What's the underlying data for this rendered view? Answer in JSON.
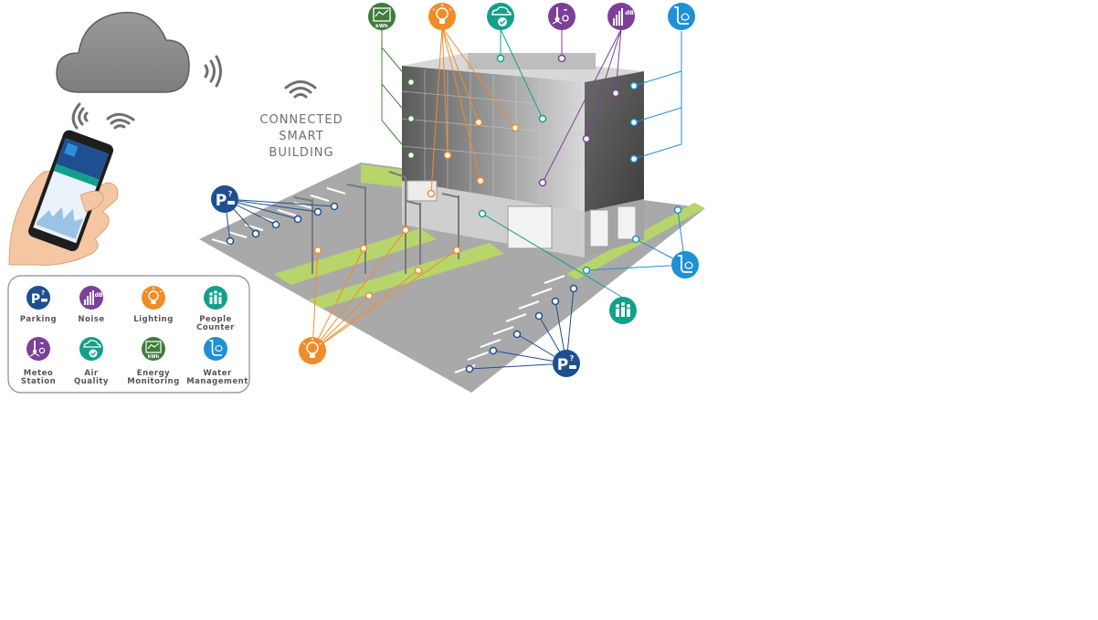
{
  "title": {
    "line1": "CONNECTED",
    "line2": "SMART",
    "line3": "BUILDING"
  },
  "legend": {
    "items": [
      {
        "id": "parking",
        "line1": "Parking",
        "line2": "",
        "color": "#1d4f91",
        "icon": "parking-icon"
      },
      {
        "id": "noise",
        "line1": "Noise",
        "line2": "",
        "color": "#7d3f98",
        "icon": "noise-icon"
      },
      {
        "id": "lighting",
        "line1": "Lighting",
        "line2": "",
        "color": "#f28c28",
        "icon": "lightbulb-icon"
      },
      {
        "id": "people",
        "line1": "People",
        "line2": "Counter",
        "color": "#12a08a",
        "icon": "people-counter-icon"
      },
      {
        "id": "meteo",
        "line1": "Meteo",
        "line2": "Station",
        "color": "#7d3f98",
        "icon": "meteo-station-icon"
      },
      {
        "id": "air",
        "line1": "Air",
        "line2": "Quality",
        "color": "#12a08a",
        "icon": "air-quality-icon"
      },
      {
        "id": "energy",
        "line1": "Energy",
        "line2": "Monitoring",
        "color": "#3f7d3a",
        "icon": "energy-meter-icon"
      },
      {
        "id": "water",
        "line1": "Water",
        "line2": "Management",
        "color": "#1e90d6",
        "icon": "water-tap-icon"
      }
    ]
  },
  "icon_text": {
    "parking_p": "P",
    "parking_q": "?",
    "noise_db": "dB",
    "energy_kwh": "kWh"
  },
  "colors": {
    "energy": "#3f7d3a",
    "lighting": "#f28c28",
    "air_quality": "#12a08a",
    "meteo": "#7d3f98",
    "noise": "#7d3f98",
    "water": "#1e90d6",
    "parking": "#1d4f91",
    "people_counter": "#12a08a",
    "cloud": "#8a8a8a",
    "grass": "#b7d56a",
    "asphalt": "#a9a9a9"
  }
}
